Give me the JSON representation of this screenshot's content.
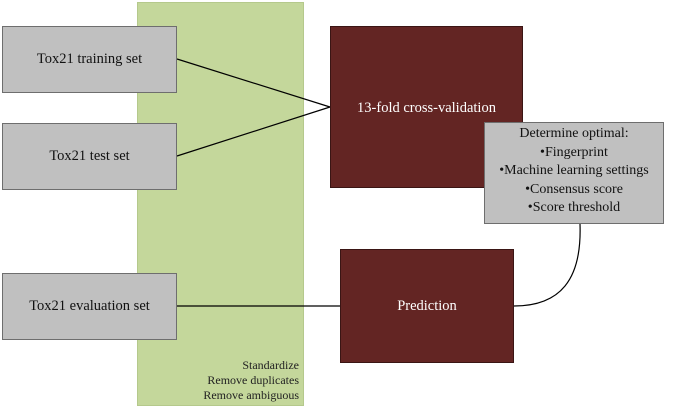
{
  "band": {
    "notes": [
      "Standardize",
      "Remove duplicates",
      "Remove ambiguous"
    ],
    "color": "#c4d79b"
  },
  "inputs": {
    "training": "Tox21 training set",
    "test": "Tox21 test set",
    "evaluation": "Tox21 evaluation set"
  },
  "process": {
    "cross_validation": "13-fold cross-validation",
    "prediction": "Prediction"
  },
  "optimal": {
    "title": "Determine optimal:",
    "items": [
      "Fingerprint",
      "Machine learning settings",
      "Consensus score",
      "Score threshold"
    ]
  },
  "colors": {
    "input_box": "#c0c0c0",
    "process_box": "#632523"
  }
}
